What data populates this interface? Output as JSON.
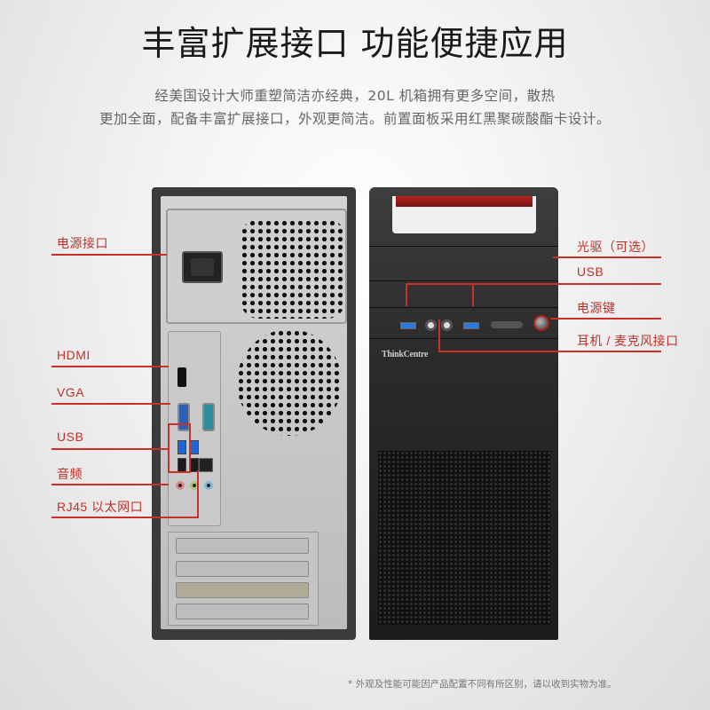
{
  "header": {
    "title": "丰富扩展接口  功能便捷应用",
    "subtitle_line1": "经美国设计大师重塑简洁亦经典，20L 机箱拥有更多空间，散热",
    "subtitle_line2": "更加全面，配备丰富扩展接口，外观更简洁。前置面板采用红黑聚碳酸酯卡设计。"
  },
  "back_panel": {
    "callouts": [
      {
        "id": "power-connector",
        "label": "电源接口"
      },
      {
        "id": "hdmi",
        "label": "HDMI"
      },
      {
        "id": "vga",
        "label": "VGA"
      },
      {
        "id": "usb",
        "label": "USB"
      },
      {
        "id": "audio",
        "label": "音频"
      },
      {
        "id": "rj45",
        "label": "RJ45 以太网口"
      }
    ]
  },
  "front_panel": {
    "brand_logo": "ThinkCentre",
    "callouts": [
      {
        "id": "optical-drive",
        "label": "光驱（可选）"
      },
      {
        "id": "usb",
        "label": "USB"
      },
      {
        "id": "power-button",
        "label": "电源键"
      },
      {
        "id": "headphone-mic",
        "label": "耳机 / 麦克风接口"
      }
    ]
  },
  "footnote": "* 外观及性能可能因产品配置不同有所区别，请以收到实物为准。",
  "colors": {
    "accent_red": "#c9302a",
    "tower_black": "#2a2a2a",
    "usb_blue": "#1f66d6"
  }
}
